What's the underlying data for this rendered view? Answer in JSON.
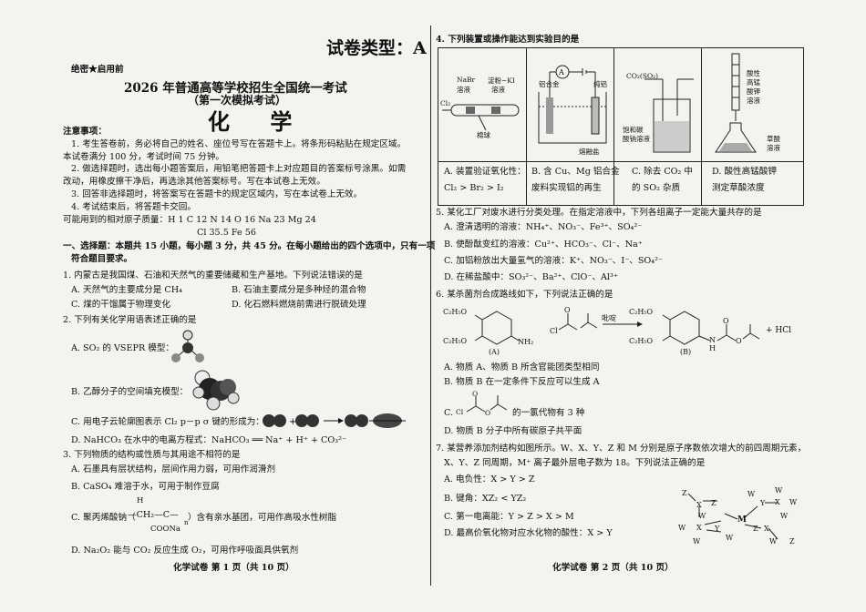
{
  "page1": {
    "paper_type": "试卷类型：A",
    "secret": "绝密★启用前",
    "exam_title": "2026 年普通高等学校招生全国统一考试",
    "mock": "（第一次模拟考试）",
    "subject": "化 学",
    "notice_title": "注意事项：",
    "notices": [
      "1. 考生答卷前，务必将自己的姓名、座位号写在答题卡上。将条形码粘贴在规定区域。",
      "本试卷满分 100 分，考试时间 75 分钟。",
      "2. 做选择题时，选出每小题答案后，用铅笔把答题卡上对应题目的答案标号涂黑。如需",
      "改动，用橡皮擦干净后，再选涂其他答案标号。写在本试卷上无效。",
      "3. 回答非选择题时，将答案写在答题卡的规定区域内，写在本试卷上无效。",
      "4. 考试结束后，将答题卡交回。"
    ],
    "atomic_mass_line1": "可能用到的相对原子质量：H 1   C 12   N 14   O 16   Na 23   Mg 24",
    "atomic_mass_line2": "Cl 35.5   Fe 56",
    "section1_line1": "一、选择题：本题共 15 小题，每小题 3 分，共 45 分。在每小题给出的四个选项中，只有一项",
    "section1_line2": "符合题目要求。",
    "q1": {
      "stem": "1. 内蒙古是我国煤、石油和天然气的重要储藏和生产基地。下列说法错误的是",
      "A": "A. 天然气的主要成分是 CH₄",
      "B": "B. 石油主要成分是多种烃的混合物",
      "C": "C. 煤的干馏属于物理变化",
      "D": "D. 化石燃料燃烧前需进行脱硫处理"
    },
    "q2": {
      "stem": "2. 下列有关化学用语表述正确的是",
      "A": "A. SO₂ 的 VSEPR 模型：",
      "B": "B. 乙醇分子的空间填充模型：",
      "C": "C. 用电子云轮廓图表示 Cl₂ p－p σ 键的形成为：",
      "D": "D. NaHCO₃ 在水中的电离方程式：NaHCO₃ ══ Na⁺ + H⁺ + CO₃²⁻"
    },
    "q3": {
      "stem": "3. 下列物质的结构或性质与其用途不相符的是",
      "A": "A. 石墨具有层状结构，层间作用力弱，可用作润滑剂",
      "B": "B. CaSO₄ 难溶于水，可用于制作豆腐",
      "C": "C. 聚丙烯酸钠（",
      "C_tail": "）含有亲水基团，可用作高吸水性树脂",
      "D": "D. Na₂O₂ 能与 CO₂ 反应生成 O₂，可用作呼吸面具供氧剂",
      "poly_H": "H",
      "poly_chain": "—CH₂—C—",
      "poly_sub": "COONa",
      "poly_n": "n"
    },
    "footer": "化学试卷   第 1 页（共 10 页）"
  },
  "page2": {
    "q4": {
      "stem": "4. 下列装置或操作能达到实验目的是",
      "captions": [
        [
          "A. 装置验证氧化性：",
          "Cl₂ > Br₂ > I₂"
        ],
        [
          "B. 含 Cu、Mg 铝合金",
          "废料实现铝的再生"
        ],
        [
          "C. 除去 CO₂ 中",
          "的 SO₂ 杂质"
        ],
        [
          "D. 酸性高锰酸钾",
          "测定草酸浓度"
        ]
      ],
      "labels_a": [
        "NaBr",
        "溶液",
        "淀粉−KI",
        "溶液",
        "Cl₂",
        "棉球"
      ],
      "labels_b": [
        "A",
        "铝合金",
        "纯铝",
        "熔融盐"
      ],
      "labels_c": [
        "CO₂(SO₂)",
        "饱和碳",
        "酸钠溶液"
      ],
      "labels_d": [
        "酸性",
        "高锰",
        "酸钾",
        "溶液",
        "草酸",
        "溶液"
      ]
    },
    "q5": {
      "stem": "5. 某化工厂对废水进行分类处理。在指定溶液中，下列各组离子一定能大量共存的是",
      "A": "A. 澄清透明的溶液：NH₄⁺、NO₃⁻、Fe³⁺、SO₄²⁻",
      "B": "B. 使酚酞变红的溶液：Cu²⁺、HCO₃⁻、Cl⁻、Na⁺",
      "C": "C. 加铝粉放出大量氢气的溶液：K⁺、NO₃⁻、I⁻、SO₄²⁻",
      "D": "D. 在稀盐酸中：SO₃²⁻、Ba²⁺、ClO⁻、Al³⁺"
    },
    "q6": {
      "stem": "6. 某杀菌剂合成路线如下，下列说法正确的是",
      "struct_labels": [
        "C₂H₅O",
        "C₂H₅O",
        "NH₂",
        "(A)",
        "Cl",
        "O",
        "吡啶",
        "C₂H₅O",
        "C₂H₅O",
        "(B)",
        "H",
        "N",
        "O",
        "O",
        "+ HCl"
      ],
      "A": "A. 物质 A、物质 B 所含官能团类型相同",
      "B": "B. 物质 B 在一定条件下反应可以生成 A",
      "C_pre": "C.",
      "C_mol": [
        "Cl",
        "O",
        "O"
      ],
      "C": "的一氯代物有 3 种",
      "D": "D. 物质 B 分子中所有碳原子共平面"
    },
    "q7": {
      "stem1": "7. 某营养添加剂结构如图所示。W、X、Y、Z 和 M 分别是原子序数依次增大的前四周期元素，",
      "stem2": "X、Y、Z 同周期，M⁺ 离子最外层电子数为 18。下列说法正确的是",
      "A": "A. 电负性：X > Y > Z",
      "B": "B. 键角：XZ₂ < YZ₂",
      "C": "C. 第一电离能：Y > Z > X > M",
      "D": "D. 最高价氧化物对应水化物的酸性：X > Y",
      "atoms": [
        "Z",
        "X",
        "Z",
        "W",
        "X",
        "W",
        "Y",
        "W",
        "W",
        "M",
        "W",
        "Y",
        "X",
        "W",
        "W",
        "X",
        "Z",
        "Z",
        "W",
        "W"
      ]
    },
    "footer": "化学试卷   第 2 页（共 10 页）"
  }
}
